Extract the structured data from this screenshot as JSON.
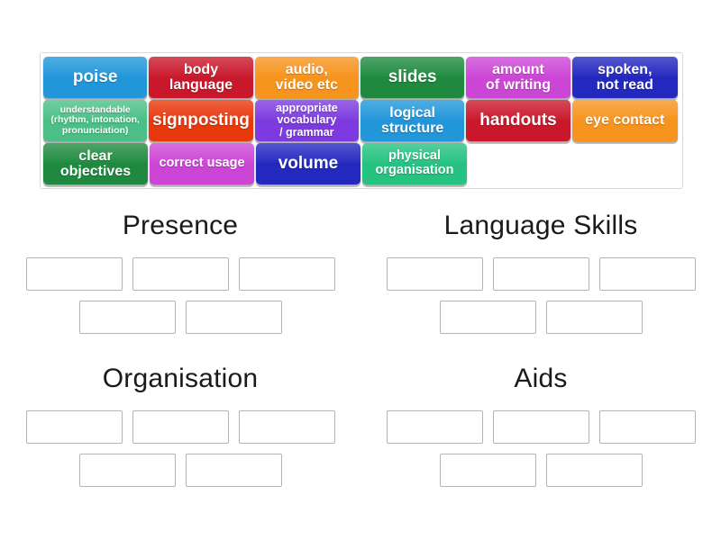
{
  "activity": {
    "type": "group-sort",
    "tray_label": "draggable-tiles-tray"
  },
  "tiles": [
    {
      "label": "poise",
      "color": "#2196d8",
      "size": "xl",
      "width": "narrow"
    },
    {
      "label": "body\nlanguage",
      "color": "#c9182b",
      "size": "lg",
      "width": "mid"
    },
    {
      "label": "audio,\nvideo etc",
      "color": "#f7941d",
      "size": "lg",
      "width": "mid"
    },
    {
      "label": "slides",
      "color": "#1f8a3f",
      "size": "xl",
      "width": "mid"
    },
    {
      "label": "amount\nof writing",
      "color": "#cc46d6",
      "size": "lg",
      "width": "mid"
    },
    {
      "label": "spoken,\nnot read",
      "color": "#2328bf",
      "size": "lg",
      "width": "wide"
    },
    {
      "label": "understandable\n(rhythm, intonation,\npronunciation)",
      "color": "#4bbf86",
      "size": "xs",
      "width": "narrow"
    },
    {
      "label": "signposting",
      "color": "#e8380d",
      "size": "xl",
      "width": "mid"
    },
    {
      "label": "appropriate\nvocabulary\n/ grammar",
      "color": "#7d3ae0",
      "size": "sm",
      "width": "mid"
    },
    {
      "label": "logical\nstructure",
      "color": "#2196d8",
      "size": "lg",
      "width": "mid"
    },
    {
      "label": "handouts",
      "color": "#c9182b",
      "size": "xl",
      "width": "mid"
    },
    {
      "label": "eye contact",
      "color": "#f7941d",
      "size": "lg",
      "width": "wide"
    },
    {
      "label": "clear\nobjectives",
      "color": "#1f8a3f",
      "size": "lg",
      "width": "narrow"
    },
    {
      "label": "correct usage",
      "color": "#cc46d6",
      "size": "md",
      "width": "mid"
    },
    {
      "label": "volume",
      "color": "#2328bf",
      "size": "xl",
      "width": "mid"
    },
    {
      "label": "physical\norganisation",
      "color": "#26c281",
      "size": "md",
      "width": "mid"
    }
  ],
  "groups": [
    {
      "title": "Presence",
      "slots_row1": 3,
      "slots_row2": 2
    },
    {
      "title": "Language Skills",
      "slots_row1": 3,
      "slots_row2": 2
    },
    {
      "title": "Organisation",
      "slots_row1": 3,
      "slots_row2": 2
    },
    {
      "title": "Aids",
      "slots_row1": 3,
      "slots_row2": 2
    }
  ],
  "colors": {
    "background": "#ffffff",
    "tray_border": "#d9d9d9",
    "slot_border": "#b4b4b4",
    "title_text": "#1a1a1a",
    "tile_text": "#ffffff"
  }
}
